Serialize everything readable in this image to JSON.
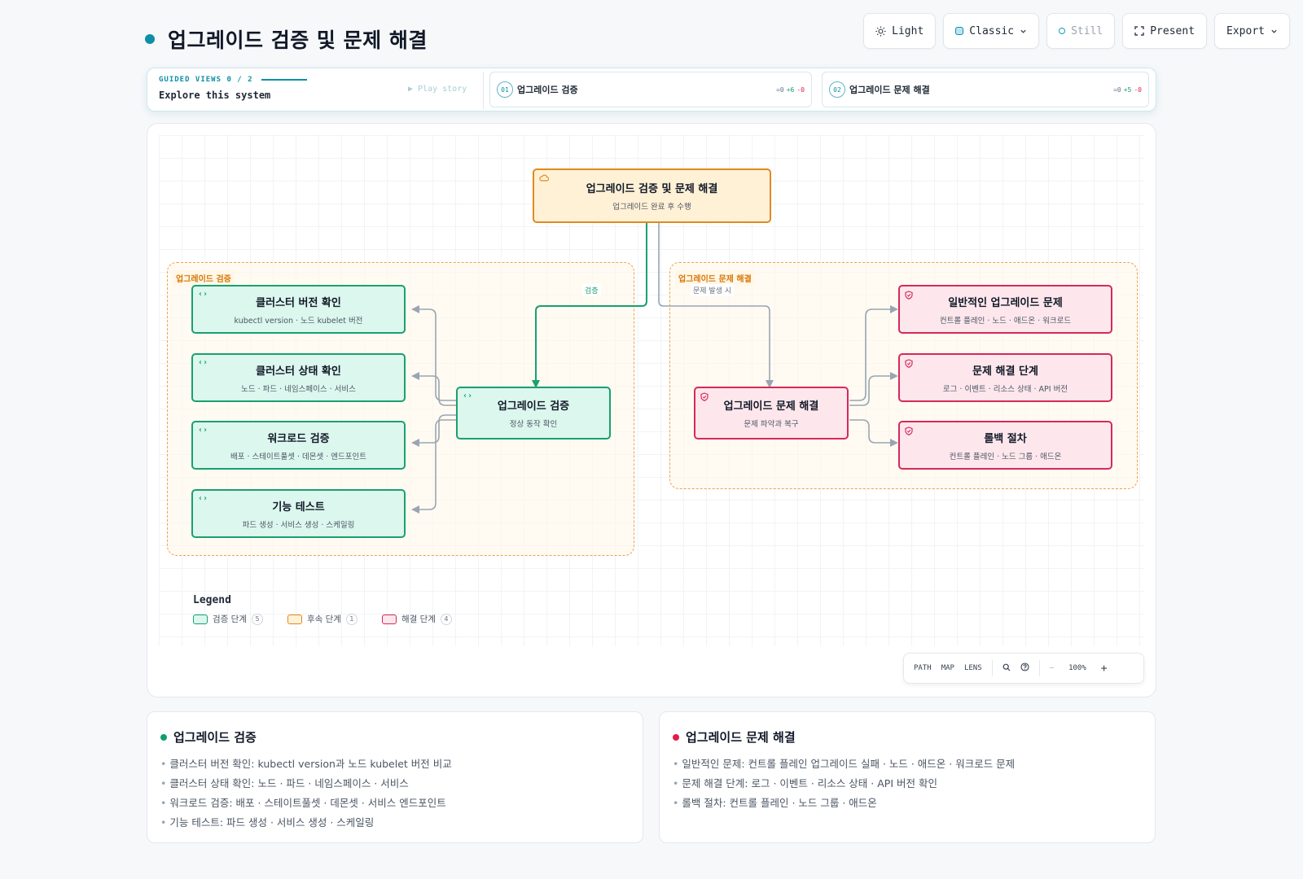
{
  "title": "업그레이드 검증 및 문제 해결",
  "toolbar": {
    "light": "Light",
    "classic": "Classic",
    "still": "Still",
    "present": "Present",
    "export": "Export"
  },
  "guided": {
    "header": "GUIDED VIEWS 0 / 2",
    "subtitle": "Explore this system",
    "play": "▶ Play story",
    "views": [
      {
        "num": "01",
        "name": "업그레이드 검증",
        "eq": "=0",
        "plus": "+6",
        "minus": "-0"
      },
      {
        "num": "02",
        "name": "업그레이드 문제 해결",
        "eq": "=0",
        "plus": "+5",
        "minus": "-0"
      }
    ]
  },
  "diagram": {
    "root": {
      "title": "업그레이드 검증 및 문제 해결",
      "sub": "업그레이드 완료 후 수행"
    },
    "groups": {
      "left": "업그레이드 검증",
      "right": "업그레이드 문제 해결"
    },
    "edges": {
      "verify": "검증",
      "issue": "문제 발생 시"
    },
    "verify_hub": {
      "title": "업그레이드 검증",
      "sub": "정상 동작 확인"
    },
    "fix_hub": {
      "title": "업그레이드 문제 해결",
      "sub": "문제 파악과 복구"
    },
    "verify_nodes": [
      {
        "title": "클러스터 버전 확인",
        "sub": "kubectl version · 노드 kubelet 버전"
      },
      {
        "title": "클러스터 상태 확인",
        "sub": "노드 · 파드 · 네임스페이스 · 서비스"
      },
      {
        "title": "워크로드 검증",
        "sub": "배포 · 스테이트풀셋 · 데몬셋 · 엔드포인트"
      },
      {
        "title": "기능 테스트",
        "sub": "파드 생성 · 서비스 생성 · 스케일링"
      }
    ],
    "fix_nodes": [
      {
        "title": "일반적인 업그레이드 문제",
        "sub": "컨트롤 플레인 · 노드 · 애드온 · 워크로드"
      },
      {
        "title": "문제 해결 단계",
        "sub": "로그 · 이벤트 · 리소스 상태 · API 버전"
      },
      {
        "title": "롤백 절차",
        "sub": "컨트롤 플레인 · 노드 그룹 · 애드온"
      }
    ],
    "icons": {
      "code": "code-icon",
      "shield": "shield-icon",
      "cloud": "cloud-icon"
    }
  },
  "legend": {
    "title": "Legend",
    "items": [
      {
        "label": "검증 단계",
        "count": "5",
        "fill": "#dcf7ee",
        "stroke": "#1aa06f"
      },
      {
        "label": "후속 단계",
        "count": "1",
        "fill": "#fff1d6",
        "stroke": "#e08a1e"
      },
      {
        "label": "해결 단계",
        "count": "4",
        "fill": "#fde7ec",
        "stroke": "#d6295a"
      }
    ]
  },
  "controls": {
    "path": "PATH",
    "map": "MAP",
    "lens": "LENS",
    "minus": "—",
    "zoom": "100%",
    "plus": "+"
  },
  "panels": [
    {
      "title": "업그레이드 검증",
      "color": "#0e9f6e",
      "items": [
        "클러스터 버전 확인: kubectl version과 노드 kubelet 버전 비교",
        "클러스터 상태 확인: 노드 · 파드 · 네임스페이스 · 서비스",
        "워크로드 검증: 배포 · 스테이트풀셋 · 데몬셋 · 서비스 엔드포인트",
        "기능 테스트: 파드 생성 · 서비스 생성 · 스케일링"
      ]
    },
    {
      "title": "업그레이드 문제 해결",
      "color": "#e11d48",
      "items": [
        "일반적인 문제: 컨트롤 플레인 업그레이드 실패 · 노드 · 애드온 · 워크로드 문제",
        "문제 해결 단계: 로그 · 이벤트 · 리소스 상태 · API 버전 확인",
        "롤백 절차: 컨트롤 플레인 · 노드 그룹 · 애드온"
      ]
    }
  ],
  "colors": {
    "accent": "#0e8fa8",
    "green": "#1aa06f",
    "red": "#d6295a",
    "orange": "#e08a1e",
    "edge_gray": "#9aa4b2"
  }
}
